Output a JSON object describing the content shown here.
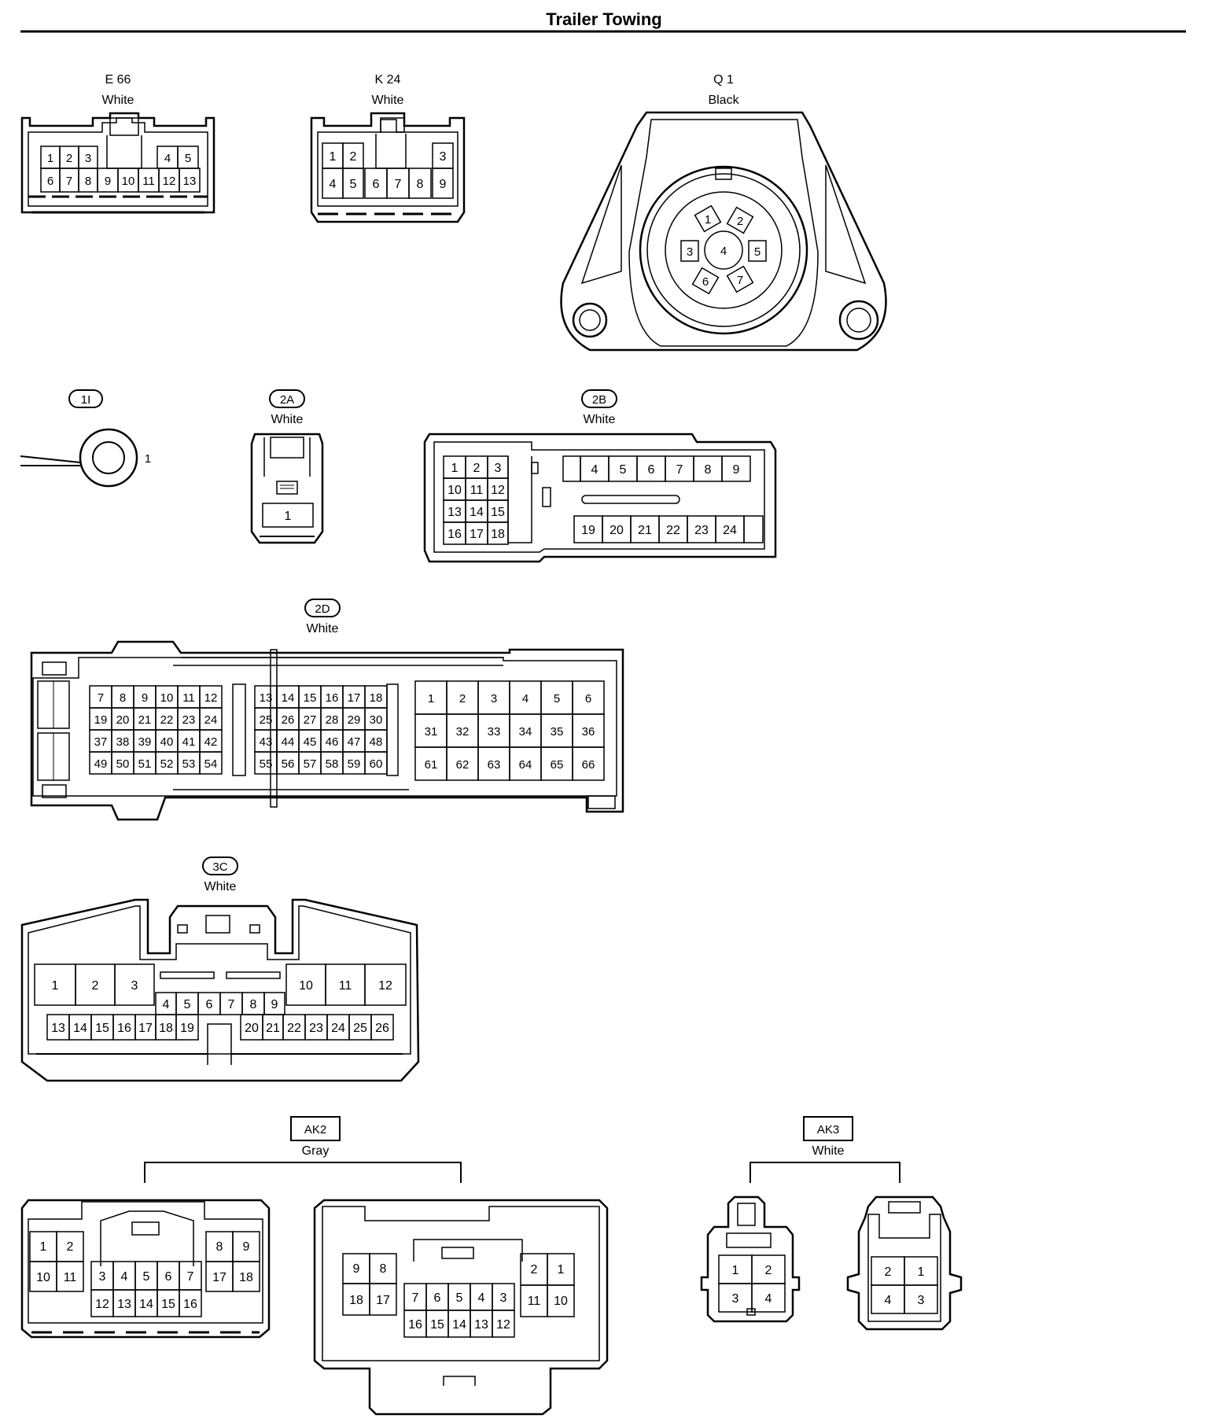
{
  "page": {
    "title": "Trailer Towing"
  },
  "connectors": [
    {
      "id": "E66",
      "code": "E 66",
      "color": "White",
      "boxed": false,
      "pins": [
        "1",
        "2",
        "3",
        "4",
        "5",
        "6",
        "7",
        "8",
        "9",
        "10",
        "11",
        "12",
        "13"
      ]
    },
    {
      "id": "K24",
      "code": "K 24",
      "color": "White",
      "boxed": false,
      "pins": [
        "1",
        "2",
        "3",
        "4",
        "5",
        "6",
        "7",
        "8",
        "9"
      ]
    },
    {
      "id": "Q1",
      "code": "Q 1",
      "color": "Black",
      "boxed": false,
      "pins": [
        "1",
        "2",
        "3",
        "4",
        "5",
        "6",
        "7"
      ]
    },
    {
      "id": "1I",
      "code": "1I",
      "color": "",
      "boxed": "oval",
      "pins": [
        "1"
      ]
    },
    {
      "id": "2A",
      "code": "2A",
      "color": "White",
      "boxed": "oval",
      "pins": [
        "1"
      ]
    },
    {
      "id": "2B",
      "code": "2B",
      "color": "White",
      "boxed": "oval",
      "pins": [
        "1",
        "2",
        "3",
        "4",
        "5",
        "6",
        "7",
        "8",
        "9",
        "10",
        "11",
        "12",
        "13",
        "14",
        "15",
        "16",
        "17",
        "18",
        "19",
        "20",
        "21",
        "22",
        "23",
        "24"
      ]
    },
    {
      "id": "2D",
      "code": "2D",
      "color": "White",
      "boxed": "oval",
      "pins": [
        "1",
        "2",
        "3",
        "4",
        "5",
        "6",
        "7",
        "8",
        "9",
        "10",
        "11",
        "12",
        "13",
        "14",
        "15",
        "16",
        "17",
        "18",
        "19",
        "20",
        "21",
        "22",
        "23",
        "24",
        "25",
        "26",
        "27",
        "28",
        "29",
        "30",
        "31",
        "32",
        "33",
        "34",
        "35",
        "36",
        "37",
        "38",
        "39",
        "40",
        "41",
        "42",
        "43",
        "44",
        "45",
        "46",
        "47",
        "48",
        "49",
        "50",
        "51",
        "52",
        "53",
        "54",
        "55",
        "56",
        "57",
        "58",
        "59",
        "60",
        "61",
        "62",
        "63",
        "64",
        "65",
        "66"
      ]
    },
    {
      "id": "3C",
      "code": "3C",
      "color": "White",
      "boxed": "oval",
      "pins": [
        "1",
        "2",
        "3",
        "4",
        "5",
        "6",
        "7",
        "8",
        "9",
        "10",
        "11",
        "12",
        "13",
        "14",
        "15",
        "16",
        "17",
        "18",
        "19",
        "20",
        "21",
        "22",
        "23",
        "24",
        "25",
        "26"
      ]
    },
    {
      "id": "AK2",
      "code": "AK2",
      "color": "Gray",
      "boxed": "rect",
      "pins": [
        "1",
        "2",
        "3",
        "4",
        "5",
        "6",
        "7",
        "8",
        "9",
        "10",
        "11",
        "12",
        "13",
        "14",
        "15",
        "16",
        "17",
        "18"
      ]
    },
    {
      "id": "AK3",
      "code": "AK3",
      "color": "White",
      "boxed": "rect",
      "pins": [
        "1",
        "2",
        "3",
        "4"
      ]
    }
  ]
}
